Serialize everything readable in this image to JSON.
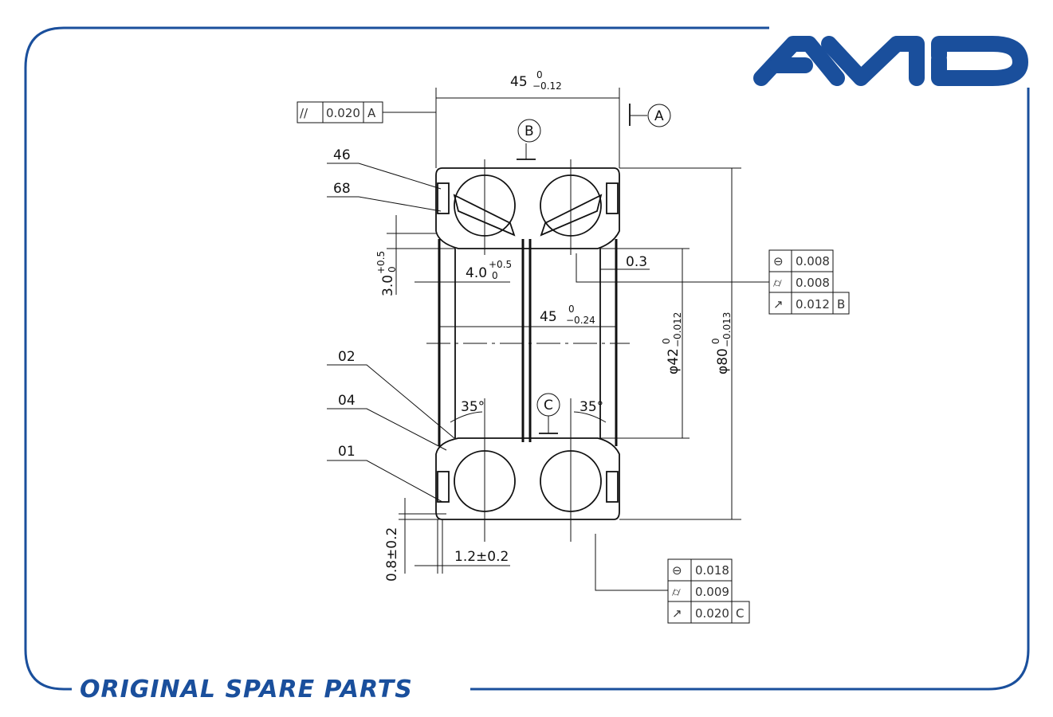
{
  "brand": {
    "logo_text": "AMD",
    "slogan": "ORIGINAL SPARE PARTS",
    "color": "#1a4f9c"
  },
  "drawing": {
    "width_dim": {
      "nominal": "45",
      "upper": "0",
      "lower": "−0.12"
    },
    "inner_width_dim": {
      "nominal": "45",
      "upper": "0",
      "lower": "−0.24"
    },
    "bore_dim": {
      "nominal": "φ42",
      "upper": "0",
      "lower": "−0.012"
    },
    "outer_dim": {
      "nominal": "φ80",
      "upper": "0",
      "lower": "−0.013"
    },
    "seal_offset_dim": {
      "nominal": "3.0",
      "upper": "+0.5",
      "lower": "0"
    },
    "seal_width_dim": {
      "nominal": "4.0",
      "upper": "+0.5",
      "lower": "0"
    },
    "chamfer_dim": "0.3",
    "edge_dim_1": "0.8±0.2",
    "edge_dim_2": "1.2±0.2",
    "contact_angle_left": "35°",
    "contact_angle_right": "35°",
    "datums": [
      "A",
      "B",
      "C"
    ],
    "part_labels": [
      "46",
      "68",
      "02",
      "04",
      "01"
    ],
    "parallelism_frame": {
      "symbol": "//",
      "value": "0.020",
      "datum": "A"
    },
    "inner_tolerance_frame": [
      {
        "symbol": "⊖",
        "value": "0.008",
        "datum": ""
      },
      {
        "symbol": "⌭",
        "value": "0.008",
        "datum": ""
      },
      {
        "symbol": "↗",
        "value": "0.012",
        "datum": "B"
      }
    ],
    "outer_tolerance_frame": [
      {
        "symbol": "⊖",
        "value": "0.018",
        "datum": ""
      },
      {
        "symbol": "⌭",
        "value": "0.009",
        "datum": ""
      },
      {
        "symbol": "↗",
        "value": "0.020",
        "datum": "C"
      }
    ]
  }
}
